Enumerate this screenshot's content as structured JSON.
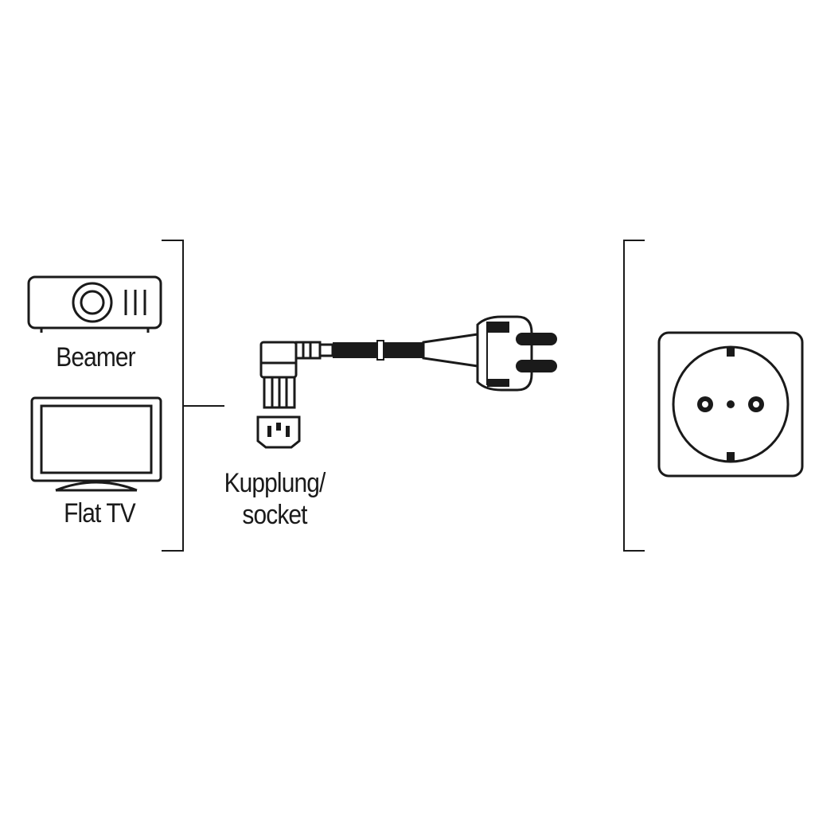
{
  "labels": {
    "beamer": "Beamer",
    "flat_tv": "Flat TV",
    "kupplung": "Kupplung/",
    "socket": "socket"
  },
  "icons": {
    "device_1": "projector-icon",
    "device_2": "tv-icon",
    "connector": "iec-c13-angled-plug-icon",
    "connector_face": "iec-c13-socket-face-icon",
    "mains_plug": "schuko-plug-icon",
    "outlet": "schuko-wall-socket-icon"
  },
  "colors": {
    "line": "#1a1a1a",
    "background": "#ffffff"
  }
}
